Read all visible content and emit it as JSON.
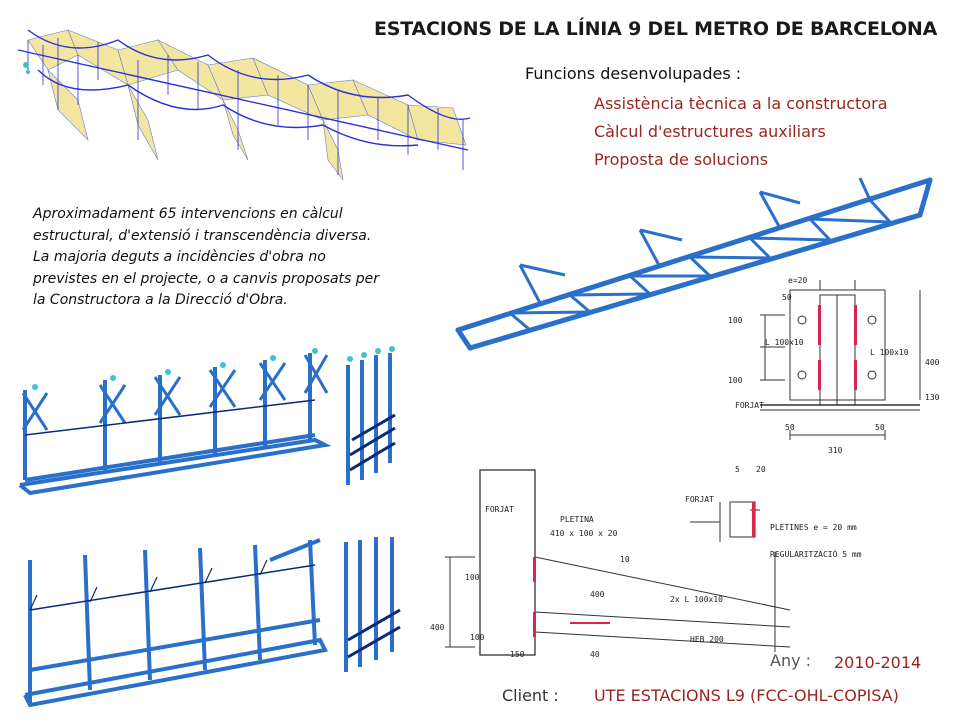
{
  "title": "ESTACIONS DE LA LÍNIA 9 DEL METRO DE BARCELONA",
  "functions": {
    "heading": "Funcions desenvolupades :",
    "items": [
      "Assistència tècnica a la constructora",
      "Càlcul d'estructures auxiliars",
      "Proposta de solucions"
    ]
  },
  "description": [
    "Aproximadament 65 intervencions en càlcul",
    "estructural, d'extensió i transcendència diversa.",
    "La majoria deguts a incidències d'obra no",
    "previstes en el projecte, o a canvis proposats per",
    "la Constructora a la Direcció d'Obra."
  ],
  "year": {
    "label": "Any :",
    "value": "2010-2014"
  },
  "client": {
    "label": "Client :",
    "value": "UTE ESTACIONS L9 (FCC-OHL-COPISA)"
  },
  "sketch_labels": {
    "dim_e20": "e=20",
    "dim_50": "50",
    "dim_100": "100",
    "dim_400": "400",
    "dim_310": "310",
    "dim_130": "130",
    "l100": "L 100x10",
    "forjat": "FORJAT",
    "pletina": "PLETINA",
    "pletina_dim": "410 x 100 x 20",
    "dim_5": "5",
    "dim_20": "20",
    "dim_10": "10",
    "dim_40": "40",
    "dim_150": "150",
    "pletines": "PLETINES e = 20 mm",
    "regularitzacio": "REGULARITZACIÓ 5 mm",
    "two_l": "2x L 100x10",
    "heb": "HEB 200"
  },
  "colors": {
    "accent": "#9b2420",
    "steel_blue": "#2a6fc9",
    "steel_dark": "#0b2a78",
    "diagram_yellow": "#f2e6a0"
  }
}
